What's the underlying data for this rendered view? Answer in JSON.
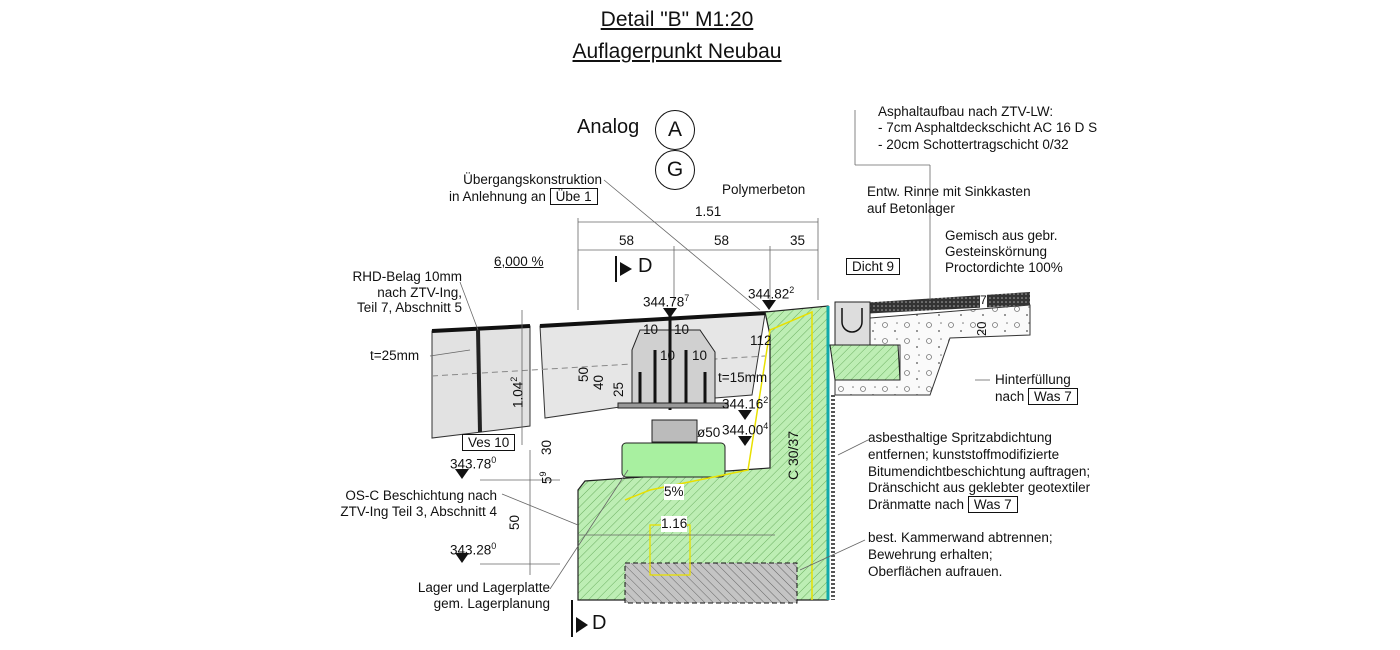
{
  "title": {
    "line1": "Detail  \"B\"   M1:20",
    "line2": "Auflagerpunkt  Neubau"
  },
  "analog": {
    "label": "Analog",
    "ref_a": "A",
    "ref_g": "G"
  },
  "section_marker": "D",
  "annotations": {
    "uebergang_1": "Übergangskonstruktion",
    "uebergang_2": "in Anlehnung an",
    "uebergang_ref": "Übe 1",
    "polymerbeton": "Polymerbeton",
    "asphalt_1": "Asphaltaufbau nach ZTV-LW:",
    "asphalt_2": "- 7cm Asphaltdeckschicht AC 16 D S",
    "asphalt_3": "- 20cm Schottertragschicht 0/32",
    "rinne_1": "Entw. Rinne mit Sinkkasten",
    "rinne_2": "auf Betonlager",
    "gemisch_1": "Gemisch aus gebr.",
    "gemisch_2": "Gesteinskörnung",
    "gemisch_3": "Proctordichte 100%",
    "dicht_ref": "Dicht 9",
    "rhd_1": "RHD-Belag 10mm",
    "rhd_2": "nach ZTV-Ing,",
    "rhd_3": "Teil 7, Abschnitt 5",
    "t25": "t=25mm",
    "t15": "t=15mm",
    "hinter_1": "Hinterfüllung",
    "hinter_2": "nach",
    "was_ref": "Was 7",
    "ves_ref": "Ves 10",
    "spritz_1": "asbesthaltige Spritzabdichtung",
    "spritz_2": "entfernen; kunststoffmodifizierte",
    "spritz_3": "Bitumendichtbeschichtung auftragen;",
    "spritz_4": "Dränschicht aus geklebter geotextiler",
    "spritz_5": "Dränmatte nach",
    "osc_1": "OS-C Beschichtung nach",
    "osc_2": "ZTV-Ing Teil 3, Abschnitt 4",
    "kammer_1": "best. Kammerwand abtrennen;",
    "kammer_2": "Bewehrung erhalten;",
    "kammer_3": "Oberflächen aufrauen.",
    "lager_1": "Lager und Lagerplatte",
    "lager_2": "gem. Lagerplanung",
    "concrete": "C 30/37"
  },
  "dimensions": {
    "total": "1.51",
    "d58a": "58",
    "d58b": "58",
    "d35": "35",
    "slope": "6,000 %",
    "d10a": "10",
    "d10b": "10",
    "d10c": "10",
    "d10d": "10",
    "d112": "112",
    "d50": "50",
    "d40": "40",
    "d25": "25",
    "d104": "1.04",
    "d104_sup": "2",
    "d30": "30",
    "d59": "5",
    "d59_sup": "9",
    "d50b": "50",
    "phi50": "ø50",
    "slope2": "5%",
    "w116": "1.16",
    "road7": "7",
    "road20": "20"
  },
  "elevations": [
    {
      "value": "344.78",
      "sup": "7"
    },
    {
      "value": "344.82",
      "sup": "2"
    },
    {
      "value": "344.16",
      "sup": "2"
    },
    {
      "value": "344.00",
      "sup": "4"
    },
    {
      "value": "343.78",
      "sup": "0"
    },
    {
      "value": "343.28",
      "sup": "0"
    }
  ],
  "colors": {
    "concrete": "#b8ecb0",
    "hatch": "#5aa050",
    "steel": "#d9d9d9",
    "existing": "#bdbdbd",
    "reinforcement": "#e8e000"
  }
}
